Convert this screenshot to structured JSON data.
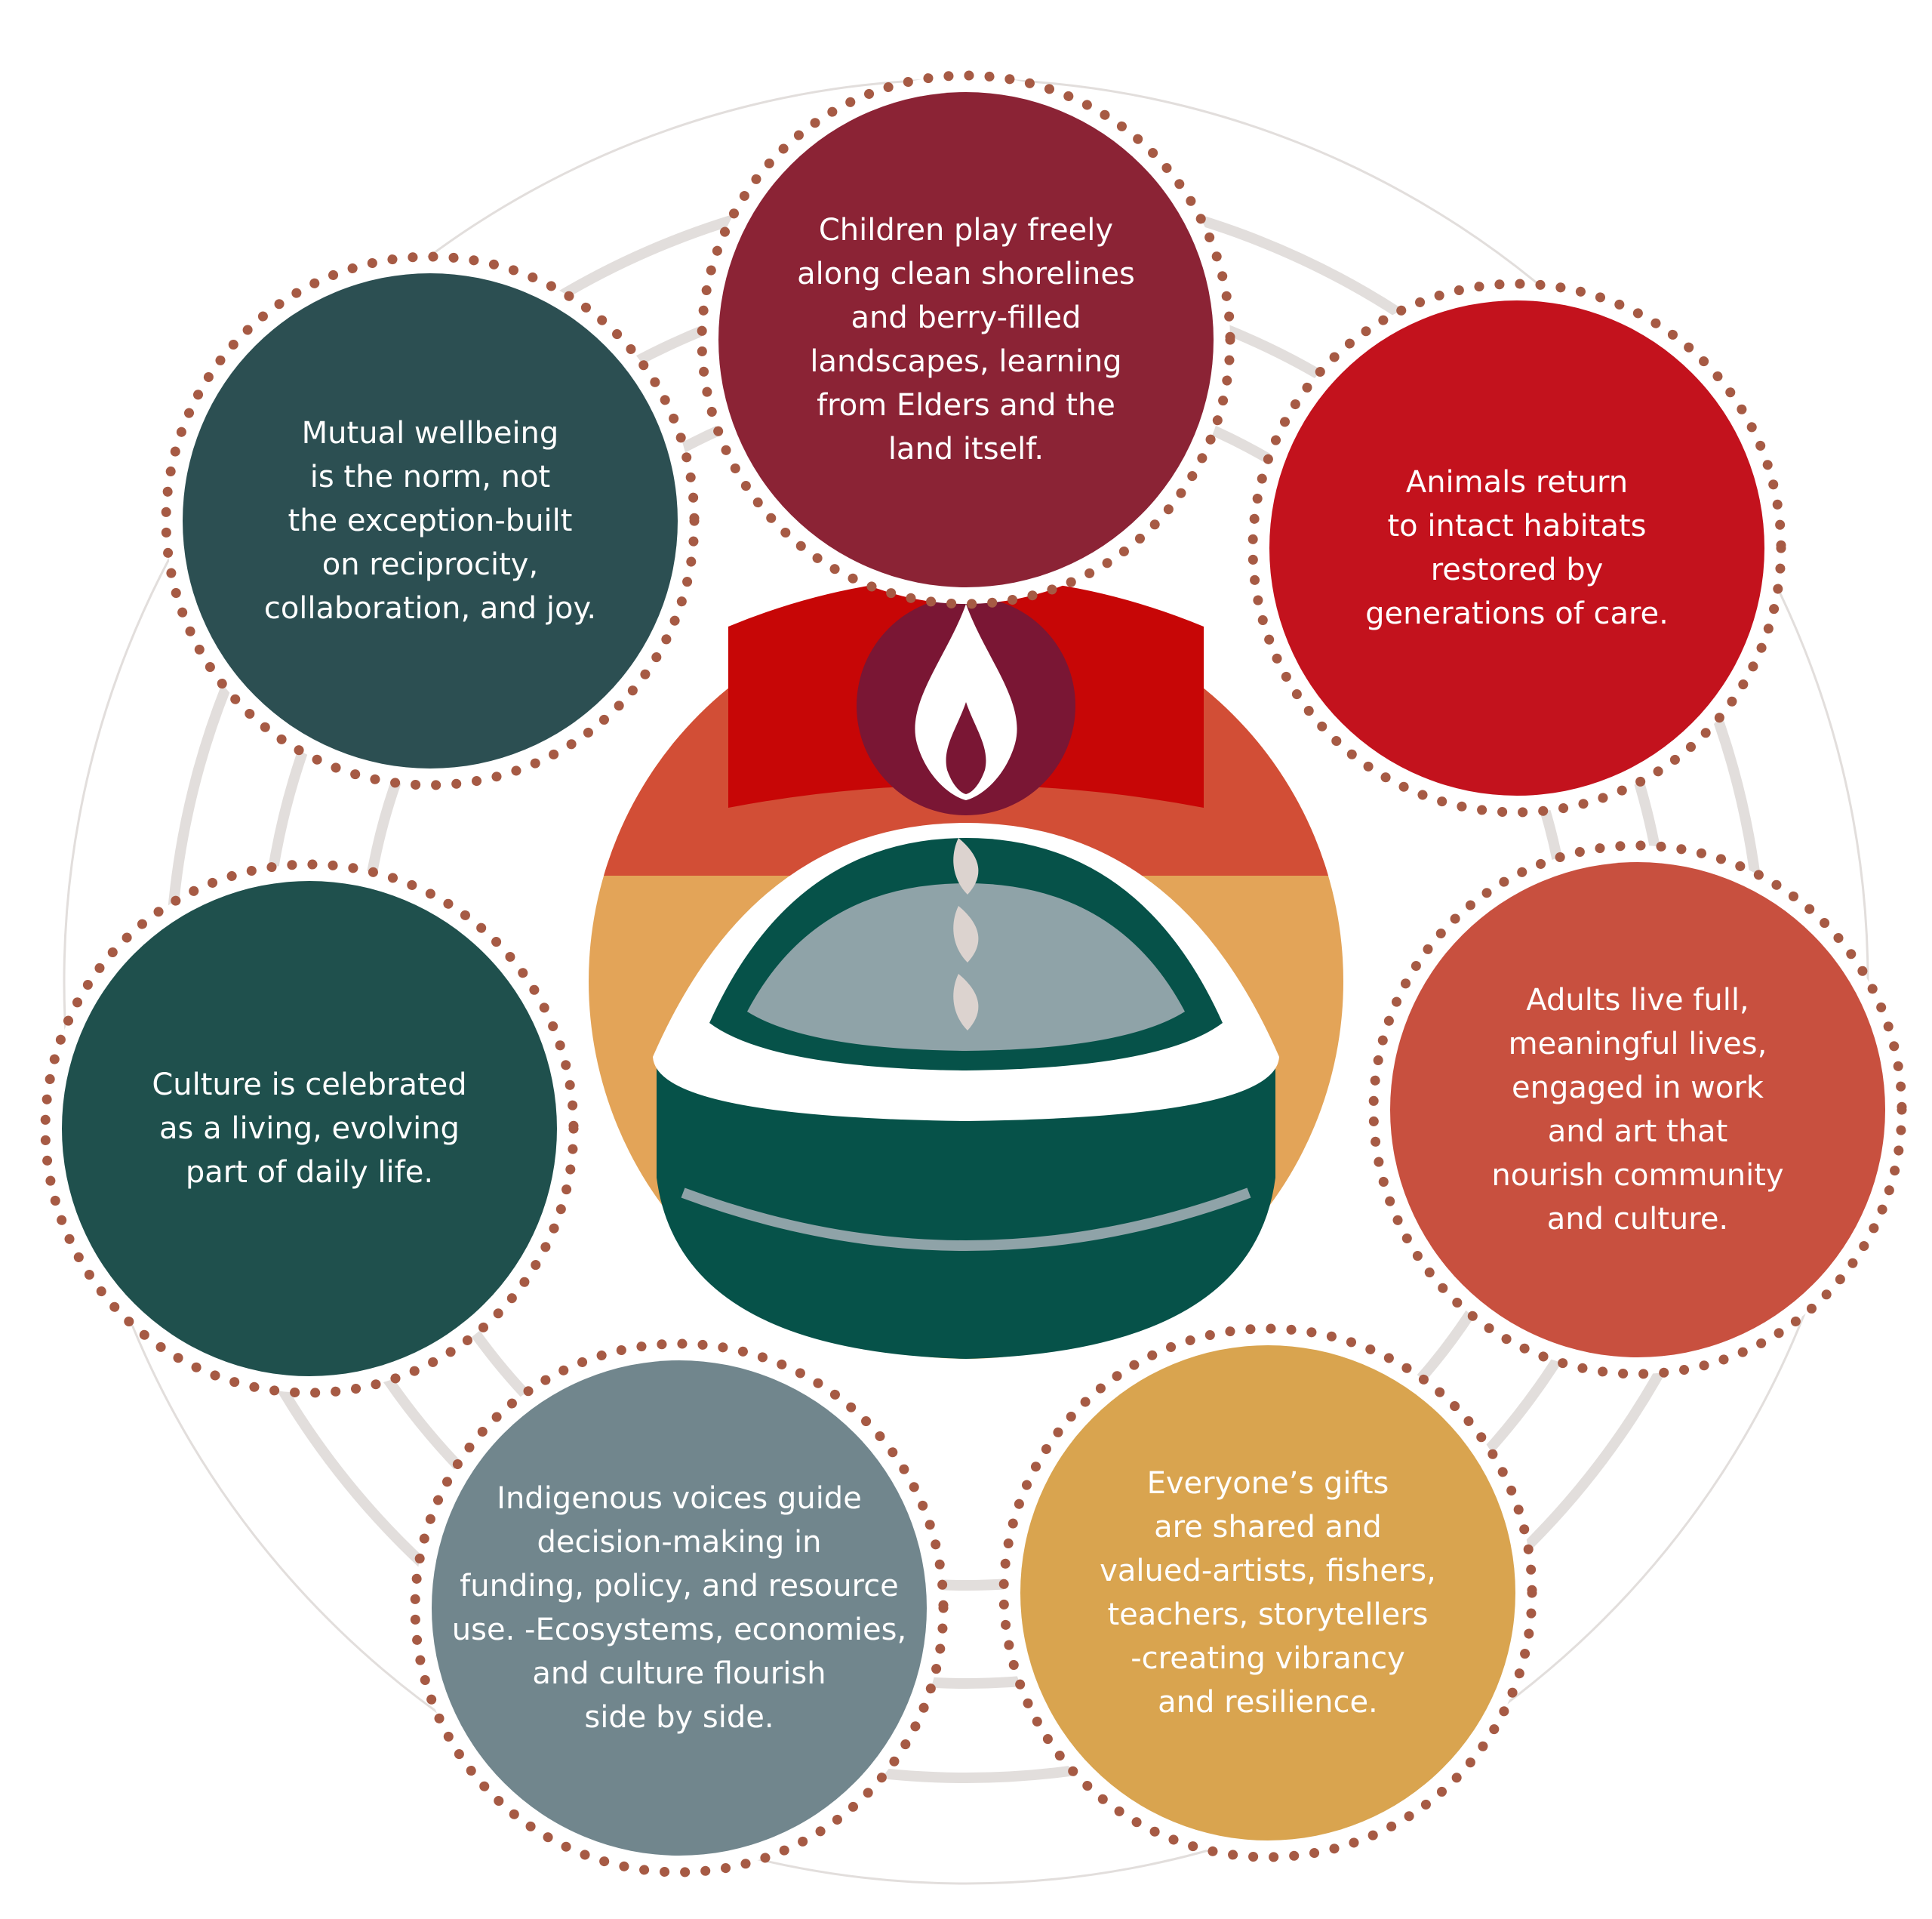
{
  "colors": {
    "ring": "#e2dedc",
    "dots": "#a65a44",
    "flame_bg": "#7a1634",
    "flame": "#ffffff",
    "arc_outer": "#e3a458",
    "arc_middle": "#d24e36",
    "arc_inner": "#c70606",
    "bowl": "#065249",
    "bowl_inner": "#8fa3a8",
    "bowl_rim": "#ffffff",
    "spiral": "#dcd3cf"
  },
  "nodes": [
    {
      "id": "children",
      "color": "#8b2335",
      "text": "Children play freely\nalong clean shorelines\nand berry-filled\nlandscapes, learning\nfrom Elders and the\nland itself."
    },
    {
      "id": "animals",
      "color": "#c3121d",
      "text": "Animals return\nto intact habitats\nrestored by\ngenerations of care."
    },
    {
      "id": "adults",
      "color": "#c8503f",
      "text": "Adults live full,\nmeaningful lives,\nengaged in work\nand art that\nnourish community\nand culture."
    },
    {
      "id": "gifts",
      "color": "#d9a44f",
      "text": "Everyone’s gifts\nare shared and\nvalued-artists, fishers,\nteachers, storytellers\n-creating vibrancy\nand resilience."
    },
    {
      "id": "indigenous",
      "color": "#71868d",
      "text": "Indigenous voices guide\ndecision-making in\nfunding, policy, and resource\nuse. -Ecosystems, economies,\nand culture flourish\nside by side."
    },
    {
      "id": "culture",
      "color": "#1f504d",
      "text": "Culture is celebrated\nas a living, evolving\npart of daily life."
    },
    {
      "id": "wellbeing",
      "color": "#2c4f52",
      "text": "Mutual wellbeing\nis the norm, not\nthe exception-built\non reciprocity,\ncollaboration, and joy."
    }
  ]
}
